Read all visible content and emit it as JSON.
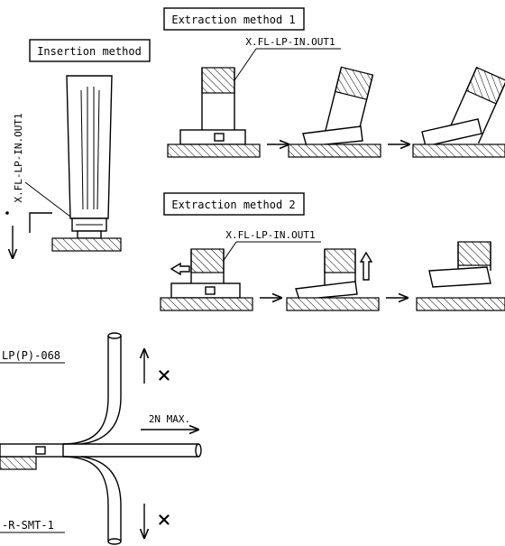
{
  "insertion": {
    "title": "Insertion method",
    "part_label": "X.FL-LP-IN.OUT1"
  },
  "extraction1": {
    "title": "Extraction method 1",
    "part_label": "X.FL-LP-IN.OUT1"
  },
  "extraction2": {
    "title": "Extraction method 2",
    "part_label": "X.FL-LP-IN.OUT1"
  },
  "cable_section": {
    "top_label": "LP(P)-068",
    "bottom_label": "-R-SMT-1",
    "force_label": "2N MAX.",
    "not_allowed_mark": "×"
  }
}
